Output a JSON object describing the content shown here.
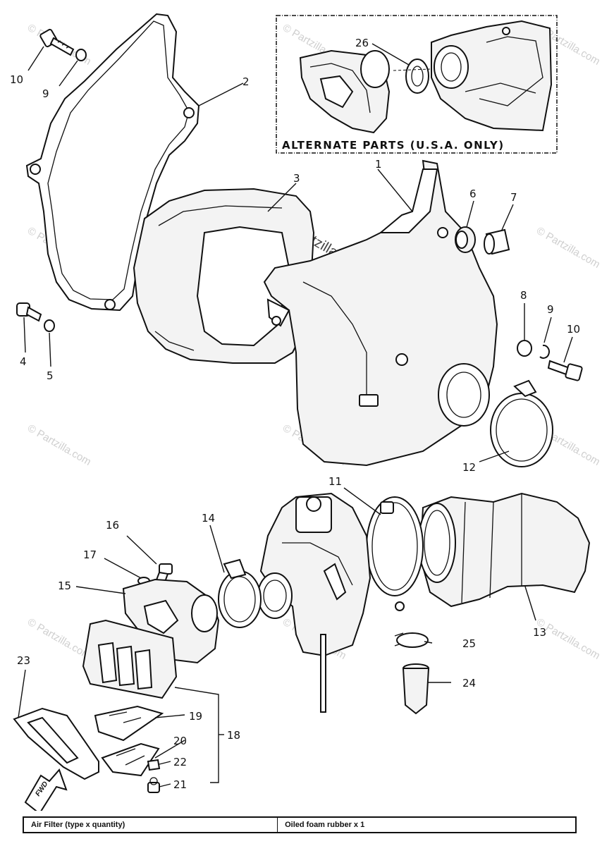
{
  "inset": {
    "title": "ALTERNATE  PARTS  (U.S.A.  ONLY)"
  },
  "callouts": {
    "c1": "1",
    "c2": "2",
    "c3": "3",
    "c4": "4",
    "c5": "5",
    "c6": "6",
    "c7": "7",
    "c8": "8",
    "c9a": "9",
    "c9b": "9",
    "c10a": "10",
    "c10b": "10",
    "c11": "11",
    "c12": "12",
    "c13": "13",
    "c14": "14",
    "c15": "15",
    "c16": "16",
    "c17": "17",
    "c18": "18",
    "c19": "19",
    "c20": "20",
    "c21": "21",
    "c22": "22",
    "c23": "23",
    "c24": "24",
    "c25": "25",
    "c26": "26"
  },
  "fwd_label": "FWD",
  "watermark": {
    "brand": "© Partzilla.com",
    "center": "©Partzilla.com"
  },
  "spec_table": {
    "label": "Air Filter (type x quantity)",
    "value": "Oiled foam rubber x 1"
  }
}
